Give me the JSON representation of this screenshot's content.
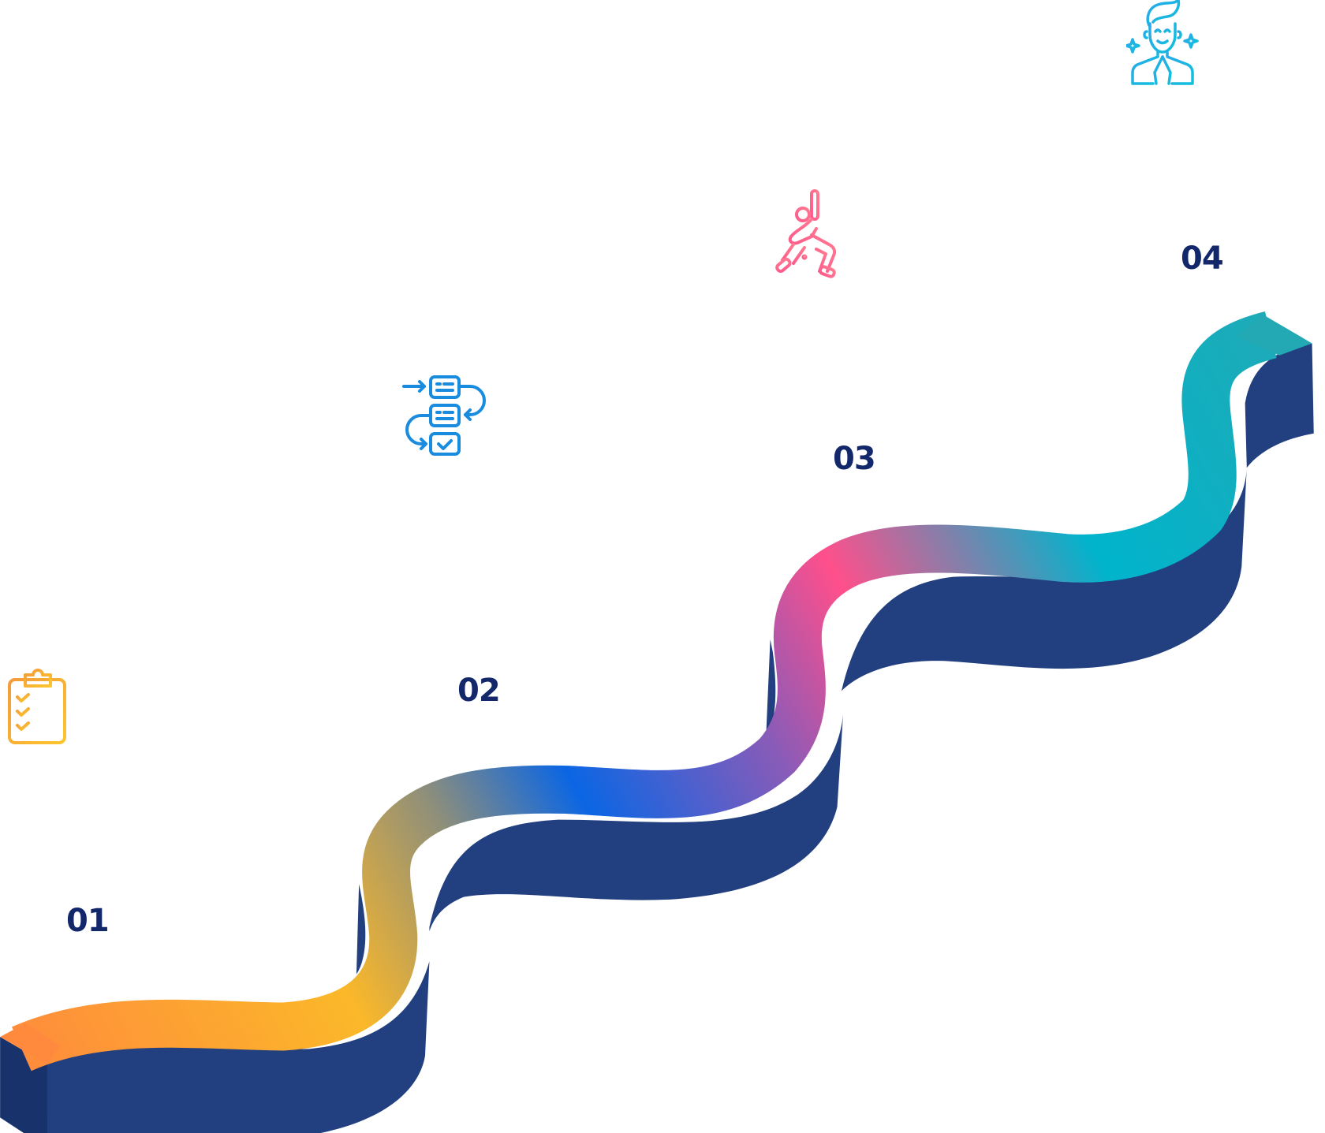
{
  "diagram": {
    "type": "winding-3d-road-timeline",
    "steps": [
      {
        "number": "01",
        "icon": "clipboard-checklist-icon",
        "icon_color": "#f7b733"
      },
      {
        "number": "02",
        "icon": "workflow-process-icon",
        "icon_color": "#1a8ce0"
      },
      {
        "number": "03",
        "icon": "yoga-stretch-icon",
        "icon_color": "#ff5a8a"
      },
      {
        "number": "04",
        "icon": "happy-person-namaste-icon",
        "icon_color": "#19b6e0"
      }
    ],
    "colors": {
      "label": "#13286b",
      "road_side": "#223f80",
      "road_end_dark": "#18336b",
      "gradient": [
        "#ff8a3d",
        "#fbb829",
        "#0b66e4",
        "#ff4f8b",
        "#00b4cc",
        "#22a9b4"
      ]
    }
  }
}
